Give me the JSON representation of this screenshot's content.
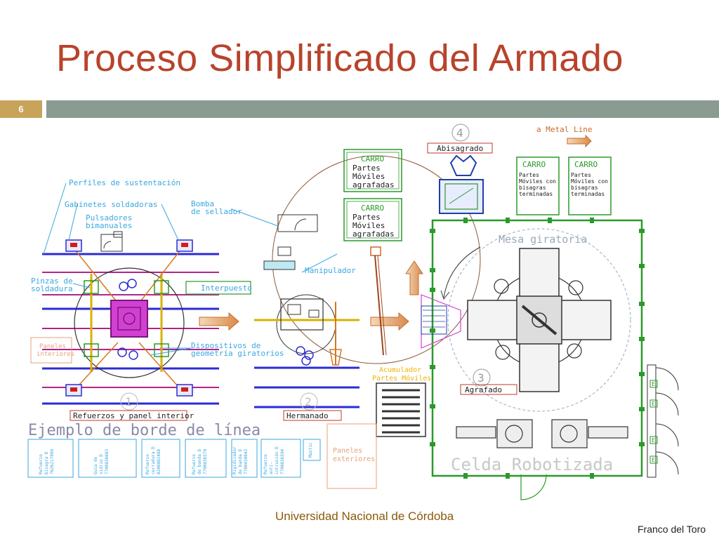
{
  "slide": {
    "title": "Proceso Simplificado del Armado",
    "number": "6",
    "footer_university": "Universidad Nacional de Córdoba",
    "footer_author": "Franco del Toro"
  },
  "diagram": {
    "labels": {
      "perfiles": "Perfiles de sustentación",
      "gabinetes": "Gabinetes soldadoras",
      "bomba1": "Bomba",
      "bomba2": "de sellador",
      "pulsadores1": "Pulsadores",
      "pulsadores2": "bimanuales",
      "pinzas1": "Pinzas de",
      "pinzas2": "soldadura",
      "interpuesto": "Interpuesto",
      "paneles_int1": "Paneles",
      "paneles_int2": "interiores",
      "dispositivos1": "Dispositivos de",
      "dispositivos2": "geometría giratorios",
      "manipulador": "Manipulador",
      "mesa": "Mesa giratoria",
      "abisagrado": "Abisagrado",
      "metal_line": "a Metal Line",
      "acumulador1": "Acumulador",
      "acumulador2": "Partes Móviles",
      "agrafado": "Agrafado",
      "refuerzos": "Refuerzos y panel interior",
      "hermanado": "Hermanado",
      "ejemplo": "Ejemplo de borde de línea",
      "paneles_ext1": "Paneles",
      "paneles_ext2": "exteriores",
      "celda": "Celda Robotizada",
      "n1": "1",
      "n2": "2",
      "n3": "3",
      "n4": "4"
    },
    "carro_a": {
      "title": "CARRO",
      "lines": [
        "Partes",
        "Móviles",
        "agrafadas"
      ]
    },
    "carro_b": {
      "title": "CARRO",
      "lines": [
        "Partes",
        "Móviles",
        "agrafadas"
      ]
    },
    "carro_c": {
      "title": "CARRO",
      "lines": [
        "Partes",
        "Móviles con",
        "bisagras",
        "terminadas"
      ]
    },
    "carro_d": {
      "title": "CARRO",
      "lines": [
        "Partes",
        "Móviles con",
        "bisagras",
        "terminadas"
      ]
    },
    "boxes": [
      [
        "Refuerzo",
        "bisagra D",
        "7626217099"
      ],
      [
        "Guía de",
        "vidrio D",
        "7700836683"
      ],
      [
        "Refuerzo",
        "cerradura D",
        "8200802488"
      ],
      [
        "Refuerzo",
        "de banda D",
        "7700836579"
      ],
      [
        "Rigidizador",
        "de banda D",
        "7700430043"
      ],
      [
        "Refuerzo",
        "anti-",
        "intrusión D",
        "7700836594"
      ],
      [
        "Mastic"
      ]
    ],
    "e_mark": "E"
  }
}
